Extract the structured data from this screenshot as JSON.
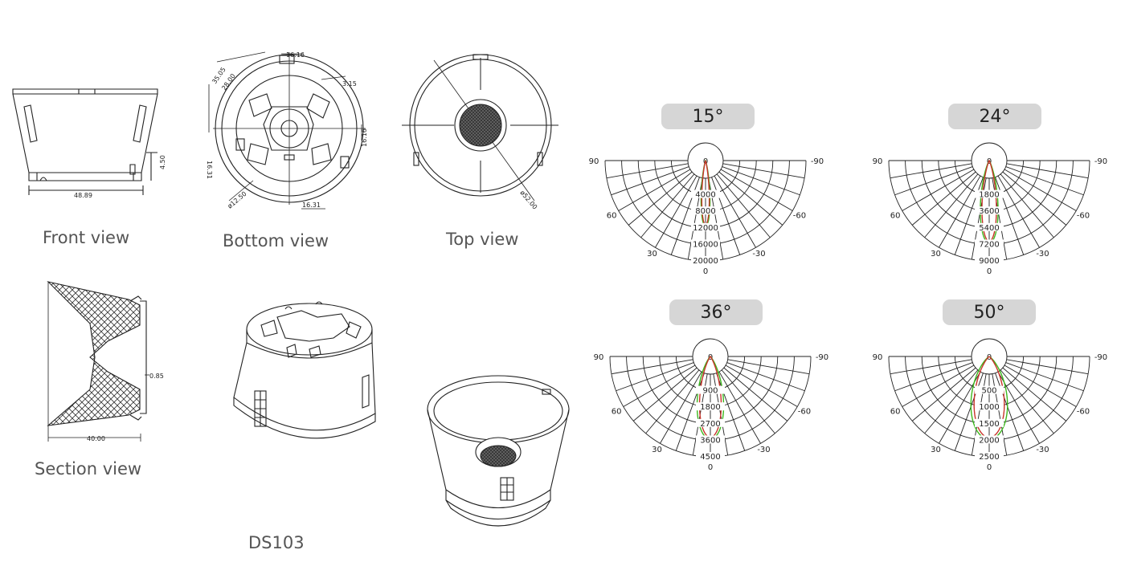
{
  "captions": {
    "front_view": "Front view",
    "bottom_view": "Bottom view",
    "top_view": "Top view",
    "section_view": "Section view",
    "model": "DS103"
  },
  "dimensions": {
    "front_width": "48.89",
    "front_height": "4.50",
    "bottom_d1": "35.05",
    "bottom_d2": "28.00",
    "bottom_d3": "16.16",
    "bottom_d4": "3.15",
    "bottom_d5": "16.16",
    "bottom_d6": "16.31",
    "bottom_d7": "16.31",
    "bottom_d8": "ø12.50",
    "top_diameter": "ø52.00",
    "section_width": "40.00",
    "section_offset": "0.85"
  },
  "colors": {
    "grid": "#222222",
    "curve_green": "#3db81e",
    "curve_red": "#c8342a",
    "badge_bg": "#d6d6d6"
  },
  "chart_data": [
    {
      "type": "polar",
      "title": "15°",
      "angle_labels": [
        "-90",
        "-60",
        "-30",
        "0",
        "30",
        "60",
        "90",
        "0"
      ],
      "radial_labels": [
        "0",
        "4000",
        "8000",
        "12000",
        "16000",
        "20000"
      ],
      "rmax": 20000,
      "series": [
        {
          "color": "#3db81e",
          "half_angle_deg": 7.5,
          "peak": 16000
        },
        {
          "color": "#c8342a",
          "half_angle_deg": 6.5,
          "peak": 15600
        }
      ]
    },
    {
      "type": "polar",
      "title": "24°",
      "angle_labels": [
        "-90",
        "-60",
        "-30",
        "0",
        "30",
        "60",
        "90",
        "0"
      ],
      "radial_labels": [
        "0",
        "1800",
        "3600",
        "5400",
        "7200",
        "9000"
      ],
      "rmax": 9000,
      "series": [
        {
          "color": "#3db81e",
          "half_angle_deg": 12,
          "peak": 9000
        },
        {
          "color": "#c8342a",
          "half_angle_deg": 10,
          "peak": 8800
        }
      ]
    },
    {
      "type": "polar",
      "title": "36°",
      "angle_labels": [
        "-90",
        "-60",
        "-30",
        "0",
        "30",
        "60",
        "90",
        "0"
      ],
      "radial_labels": [
        "0",
        "900",
        "1800",
        "2700",
        "3600",
        "4500"
      ],
      "rmax": 4500,
      "series": [
        {
          "color": "#3db81e",
          "half_angle_deg": 18,
          "peak": 4500
        },
        {
          "color": "#c8342a",
          "half_angle_deg": 15,
          "peak": 4400
        }
      ]
    },
    {
      "type": "polar",
      "title": "50°",
      "angle_labels": [
        "-90",
        "-60",
        "-30",
        "0",
        "30",
        "60",
        "90",
        "0"
      ],
      "radial_labels": [
        "0",
        "500",
        "1000",
        "1500",
        "2000",
        "2500"
      ],
      "rmax": 2500,
      "series": [
        {
          "color": "#3db81e",
          "half_angle_deg": 25,
          "peak": 2500
        },
        {
          "color": "#c8342a",
          "half_angle_deg": 21,
          "peak": 2450
        }
      ]
    }
  ]
}
